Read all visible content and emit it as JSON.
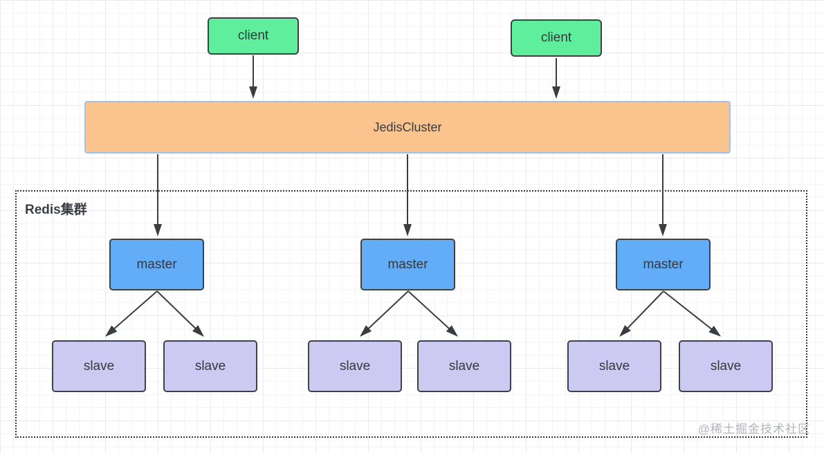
{
  "nodes": {
    "client1": {
      "label": "client"
    },
    "client2": {
      "label": "client"
    },
    "jediscluster": {
      "label": "JedisCluster"
    },
    "cluster_group": {
      "label": "Redis集群"
    },
    "master1": {
      "label": "master"
    },
    "master2": {
      "label": "master"
    },
    "master3": {
      "label": "master"
    },
    "slave1": {
      "label": "slave"
    },
    "slave2": {
      "label": "slave"
    },
    "slave3": {
      "label": "slave"
    },
    "slave4": {
      "label": "slave"
    },
    "slave5": {
      "label": "slave"
    },
    "slave6": {
      "label": "slave"
    }
  },
  "edges": [
    {
      "from": "client1",
      "to": "jediscluster"
    },
    {
      "from": "client2",
      "to": "jediscluster"
    },
    {
      "from": "jediscluster",
      "to": "master1"
    },
    {
      "from": "jediscluster",
      "to": "master2"
    },
    {
      "from": "jediscluster",
      "to": "master3"
    },
    {
      "from": "master1",
      "to": "slave1"
    },
    {
      "from": "master1",
      "to": "slave2"
    },
    {
      "from": "master2",
      "to": "slave3"
    },
    {
      "from": "master2",
      "to": "slave4"
    },
    {
      "from": "master3",
      "to": "slave5"
    },
    {
      "from": "master3",
      "to": "slave6"
    }
  ],
  "colors": {
    "client_fill": "#5fee9b",
    "master_fill": "#63acf7",
    "slave_fill": "#ccc9f2",
    "jediscluster_fill": "#fbc48e",
    "jediscluster_border": "#9dc3ee",
    "node_border": "#3c4146",
    "arrow": "#383d42",
    "group_border": "#333333",
    "grid_minor": "#f4f4f7",
    "grid_major": "#e9e9ee"
  },
  "watermark": "@稀土掘金技术社区"
}
